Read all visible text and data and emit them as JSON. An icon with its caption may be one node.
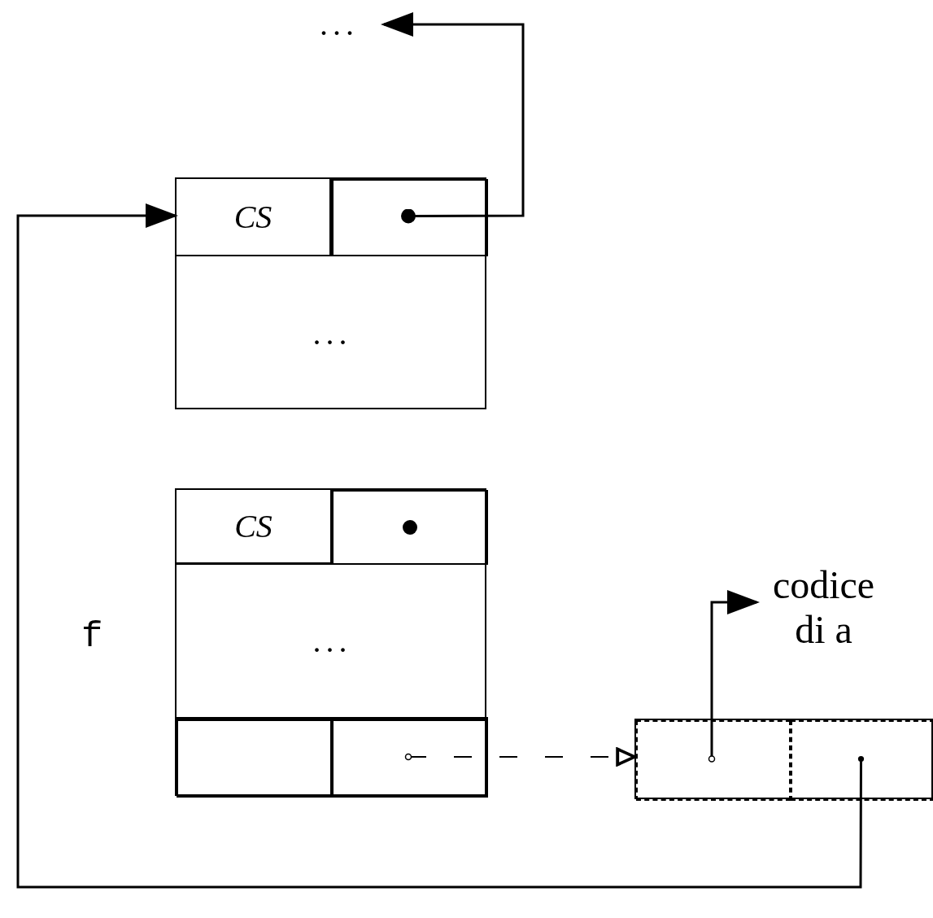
{
  "diagram": {
    "nodes": [
      {
        "text": [
          "..."
        ]
      },
      {
        "text": [],
        "shape": "box"
      },
      {
        "text": [
          "CS"
        ],
        "in": 1
      },
      {
        "text": [],
        "shape": "box",
        "in": 1
      },
      {
        "text": [
          "..."
        ],
        "in": 1
      },
      {
        "text": [],
        "shape": "box",
        "beside": [
          "f"
        ]
      },
      {
        "text": [
          "CS"
        ],
        "in": 5
      },
      {
        "text": [],
        "shape": "box",
        "in": 5
      },
      {
        "text": [
          "..."
        ],
        "in": 5
      },
      {
        "text": [],
        "shape": "box",
        "in": 5
      },
      {
        "text": [],
        "shape": "box",
        "in": 5
      },
      {
        "text": [
          "codice di a"
        ]
      },
      {
        "text": [],
        "shape": "box"
      },
      {
        "text": [],
        "shape": "box",
        "in": 12
      },
      {
        "text": [],
        "shape": "box",
        "in": 12
      }
    ],
    "edges": [
      {
        "from": 3,
        "to": 0,
        "arrow": "to"
      },
      {
        "from": 10,
        "to": 12,
        "arrow": "to",
        "style": "dashed"
      },
      {
        "from": 13,
        "to": 11,
        "arrow": "to"
      },
      {
        "from": 14,
        "to": 2,
        "arrow": "to"
      }
    ]
  }
}
